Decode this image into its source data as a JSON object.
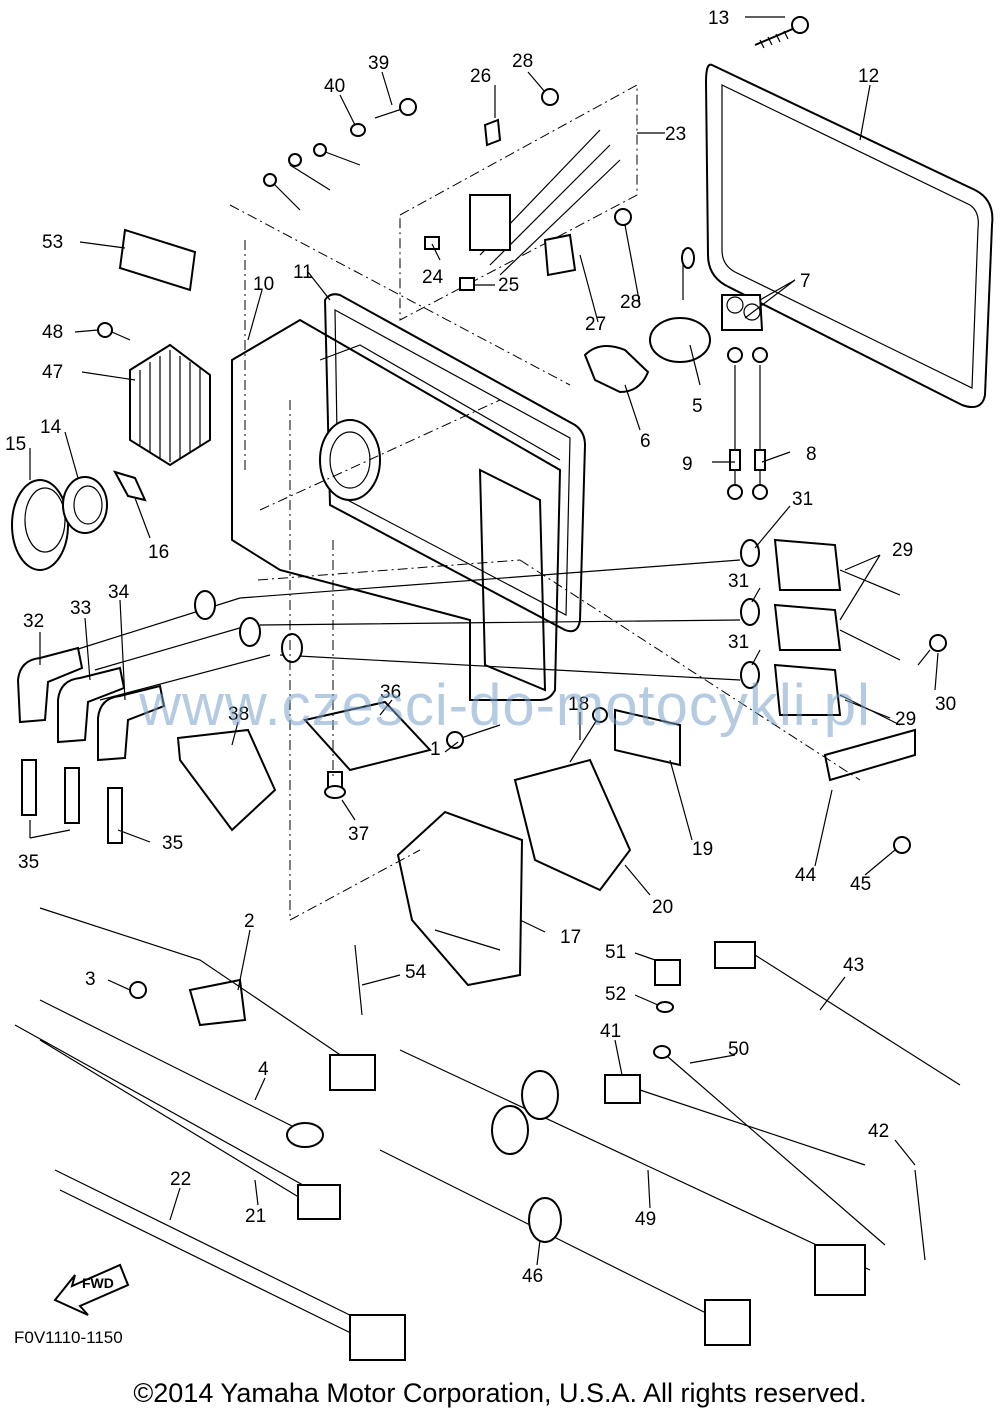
{
  "diagram": {
    "code_label": "F0V1110-1150",
    "copyright": "©2014 Yamaha Motor Corporation, U.S.A. All rights reserved.",
    "watermark": "www.czesci-do-motocykli.pl",
    "fwd_label": "FWD",
    "callouts": [
      "1",
      "2",
      "3",
      "4",
      "5",
      "6",
      "7",
      "8",
      "9",
      "10",
      "11",
      "12",
      "13",
      "14",
      "15",
      "16",
      "17",
      "18",
      "19",
      "20",
      "21",
      "22",
      "23",
      "24",
      "25",
      "26",
      "27",
      "28",
      "29",
      "30",
      "31",
      "32",
      "33",
      "34",
      "35",
      "36",
      "37",
      "38",
      "39",
      "40",
      "41",
      "42",
      "43",
      "44",
      "45",
      "46",
      "47",
      "48",
      "49",
      "50",
      "51",
      "52",
      "53",
      "54"
    ]
  }
}
